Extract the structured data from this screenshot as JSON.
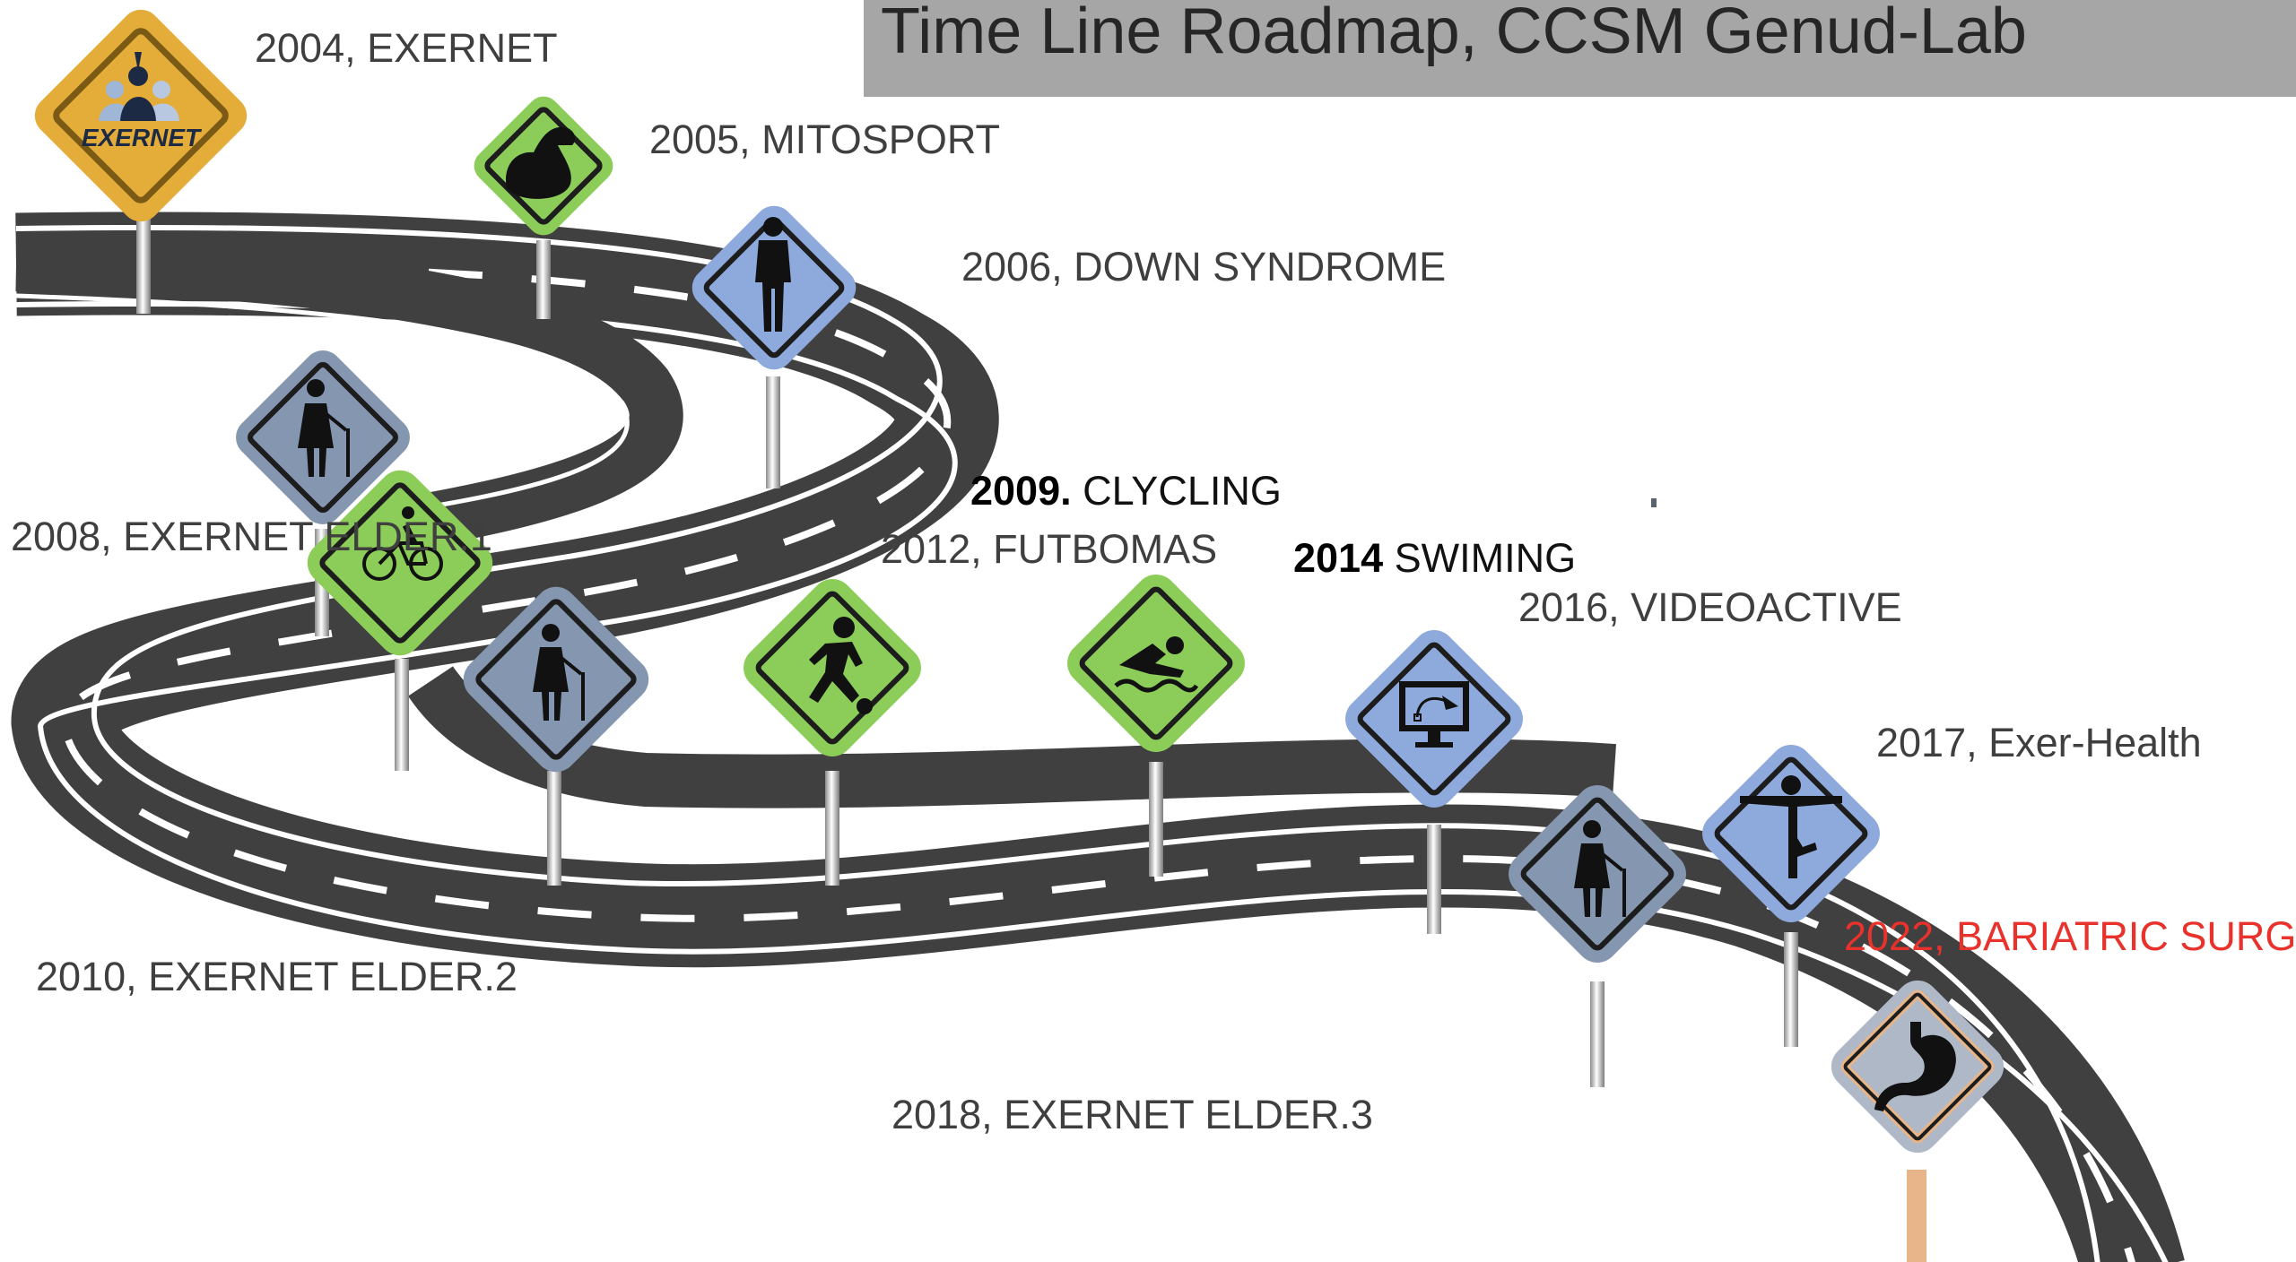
{
  "title": "Time Line Roadmap, CCSM Genud-Lab",
  "colors": {
    "road": "#404040",
    "road_line": "#ffffff",
    "title_bar": "#a6a6a6",
    "green_sign": "#8ccd59",
    "blue_sign": "#8ea9db",
    "gray_sign": "#8596b0",
    "orange_sign": "#e4ad3a",
    "bariatric_sign": "#aeb8c6",
    "highlight_red": "#e8322b"
  },
  "milestones": [
    {
      "id": "2004",
      "year": "2004,",
      "name": " EXERNET",
      "icon": "exernet-logo-icon",
      "sign_text": "EXERNET"
    },
    {
      "id": "2005",
      "year": "2005,",
      "name": " MITOSPORT",
      "icon": "flexed-arm-icon"
    },
    {
      "id": "2006",
      "year": "2006,",
      "name": " DOWN SYNDROME",
      "icon": "standing-person-icon"
    },
    {
      "id": "2008",
      "year": "2008,",
      "name": " EXERNET ELDER.1",
      "icon": "elderly-woman-cane-icon"
    },
    {
      "id": "2009",
      "year": "2009.",
      "name": " CLYCLING",
      "icon": "cyclist-icon"
    },
    {
      "id": "2010",
      "year": "2010",
      "name": ", EXERNET ELDER.2",
      "icon": "elderly-woman-cane-icon"
    },
    {
      "id": "2012",
      "year": "2012,",
      "name": " FUTBOMAS",
      "icon": "soccer-player-icon"
    },
    {
      "id": "2014",
      "year": "2014",
      "name": " SWIMING",
      "icon": "swimmer-icon"
    },
    {
      "id": "2016",
      "year": "2016",
      "name": ", VIDEOACTIVE",
      "icon": "monitor-cursor-icon"
    },
    {
      "id": "2017",
      "year": "2017",
      "name": ", Exer-Health",
      "icon": "yoga-tree-pose-icon"
    },
    {
      "id": "2018",
      "year": "2018,",
      "name": " EXERNET ELDER.3",
      "icon": "elderly-woman-cane-icon"
    },
    {
      "id": "2022",
      "year": "2022,",
      "name": " BARIATRIC SURGERY",
      "icon": "stomach-icon"
    }
  ]
}
